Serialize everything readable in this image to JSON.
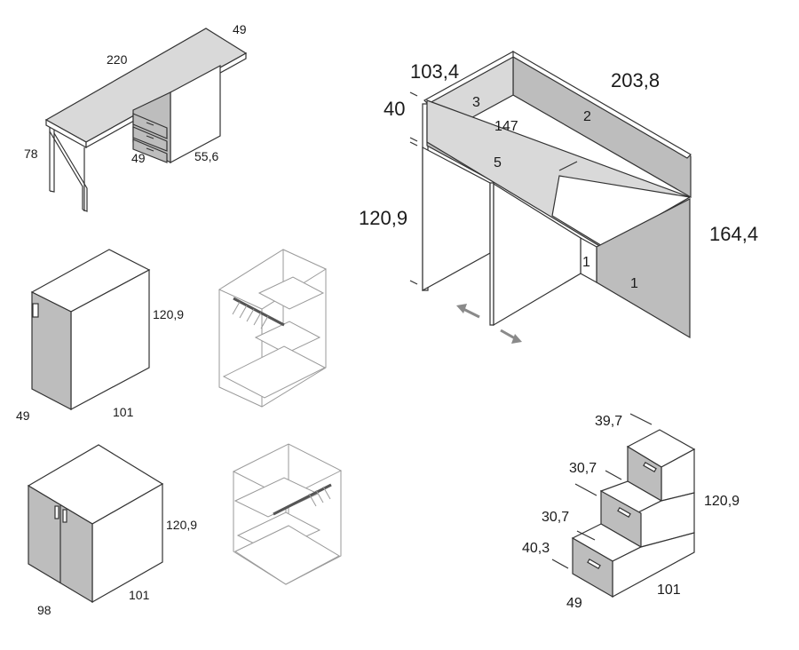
{
  "desk": {
    "length": "220",
    "depth_top": "49",
    "height": "78",
    "drawer_depth": "49",
    "drawer_width": "55,6"
  },
  "loft_bed": {
    "depth": "103,4",
    "length": "203,8",
    "shelf_height": "40",
    "inner_length": "147",
    "lower_height": "120,9",
    "total_height": "164,4",
    "panel_labels": [
      "3",
      "2",
      "5",
      "1",
      "1"
    ]
  },
  "cabinet_one_door": {
    "height": "120,9",
    "depth": "49",
    "width": "101"
  },
  "cabinet_two_door": {
    "height": "120,9",
    "depth": "98",
    "width": "101"
  },
  "stairs": {
    "step_top": "39,7",
    "step_mid": "30,7",
    "step_low": "30,7",
    "step_base": "40,3",
    "height": "120,9",
    "depth": "49",
    "width": "101"
  },
  "colors": {
    "panel_gray": "#bdbdbd",
    "light_gray": "#d9d9d9",
    "outline": "#333333",
    "ghost_outline": "#9a9a9a",
    "arrow": "#8a8a8a"
  }
}
